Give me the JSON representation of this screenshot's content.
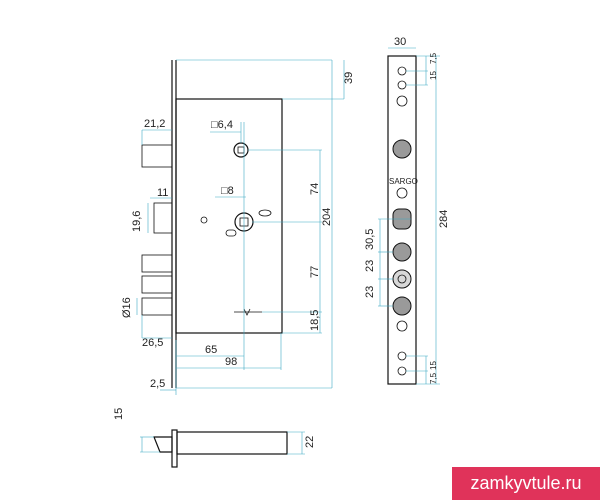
{
  "dimensions": {
    "top_39": "39",
    "left_21_2": "21,2",
    "square_6_4": "□6,4",
    "square_8": "□8",
    "dim_11": "11",
    "dim_19_6": "19,6",
    "dim_74": "74",
    "dim_204": "204",
    "dim_77": "77",
    "dim_16": "Ø16",
    "dim_18_5": "18,5",
    "dim_26_5": "26,5",
    "dim_65": "65",
    "dim_98": "98",
    "dim_2_5": "2,5",
    "dim_15_bottom": "15",
    "dim_22": "22",
    "plate_30": "30",
    "plate_15_top": "15",
    "plate_7_5_top": "7,5",
    "plate_284": "284",
    "plate_30_5": "30,5",
    "plate_23_a": "23",
    "plate_23_b": "23",
    "plate_15_bottom": "15",
    "plate_7_5_bottom": "7,5"
  },
  "plate_marks": {
    "brand": "SARGO"
  },
  "watermark": "zamkyvtule.ru"
}
